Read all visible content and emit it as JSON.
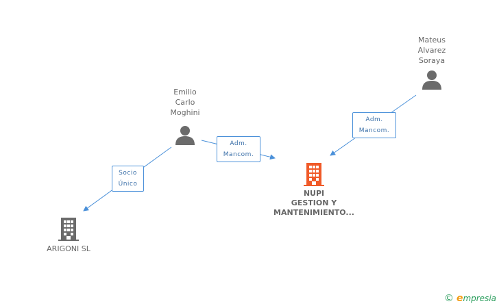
{
  "nodes": {
    "mateus": {
      "label": "Mateus\nAlvarez\nSoraya",
      "type": "person"
    },
    "emilio": {
      "label": "Emilio\nCarlo\nMoghini",
      "type": "person"
    },
    "nupi": {
      "label": "NUPI\nGESTION Y\nMANTENIMIENTO...",
      "type": "company-main"
    },
    "arigoni": {
      "label": "ARIGONI SL",
      "type": "company"
    }
  },
  "edges": {
    "mateus_nupi": {
      "label_line1": "Adm.",
      "label_line2": "Mancom."
    },
    "emilio_nupi": {
      "label_line1": "Adm.",
      "label_line2": "Mancom."
    },
    "emilio_arigoni": {
      "label_line1": "Socio",
      "label_line2": "Único"
    }
  },
  "colors": {
    "edge": "#4a90d9",
    "person_icon": "#6b6b6b",
    "company_icon": "#6b6b6b",
    "main_company_icon": "#f05a28"
  },
  "brand": {
    "copyright": "©",
    "e": "e",
    "rest": "mpresia"
  }
}
